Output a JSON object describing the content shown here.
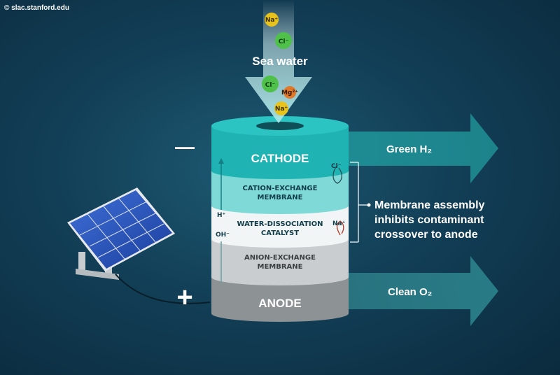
{
  "credit": "© slac.stanford.edu",
  "input_label": "Sea water",
  "ions": {
    "na": "Na⁺",
    "cl": "Cl⁻",
    "mg": "Mg²⁺",
    "h": "H⁺",
    "oh": "OH⁻",
    "cl_small": "Cl⁻",
    "na_small": "Na⁺"
  },
  "layers": {
    "cathode": "CATHODE",
    "cation_line1": "CATION-EXCHANGE",
    "cation_line2": "MEMBRANE",
    "water_line1": "WATER-DISSOCIATION",
    "water_line2": "CATALYST",
    "anion_line1": "ANION-EXCHANGE",
    "anion_line2": "MEMBRANE",
    "anode": "ANODE"
  },
  "outputs": {
    "top": "Green H₂",
    "bottom": "Clean O₂"
  },
  "annotation": {
    "line1": "Membrane assembly",
    "line2": "inhibits contaminant",
    "line3": "crossover to anode"
  },
  "polarity": {
    "minus": "—",
    "plus": "+"
  },
  "colors": {
    "cathode": "#1fb3b3",
    "cation_membrane": "#7fd9d6",
    "catalyst": "#f2f5f5",
    "anion_membrane": "#c9cdcf",
    "anode": "#8d9295",
    "arrow": "#1f8f95"
  }
}
